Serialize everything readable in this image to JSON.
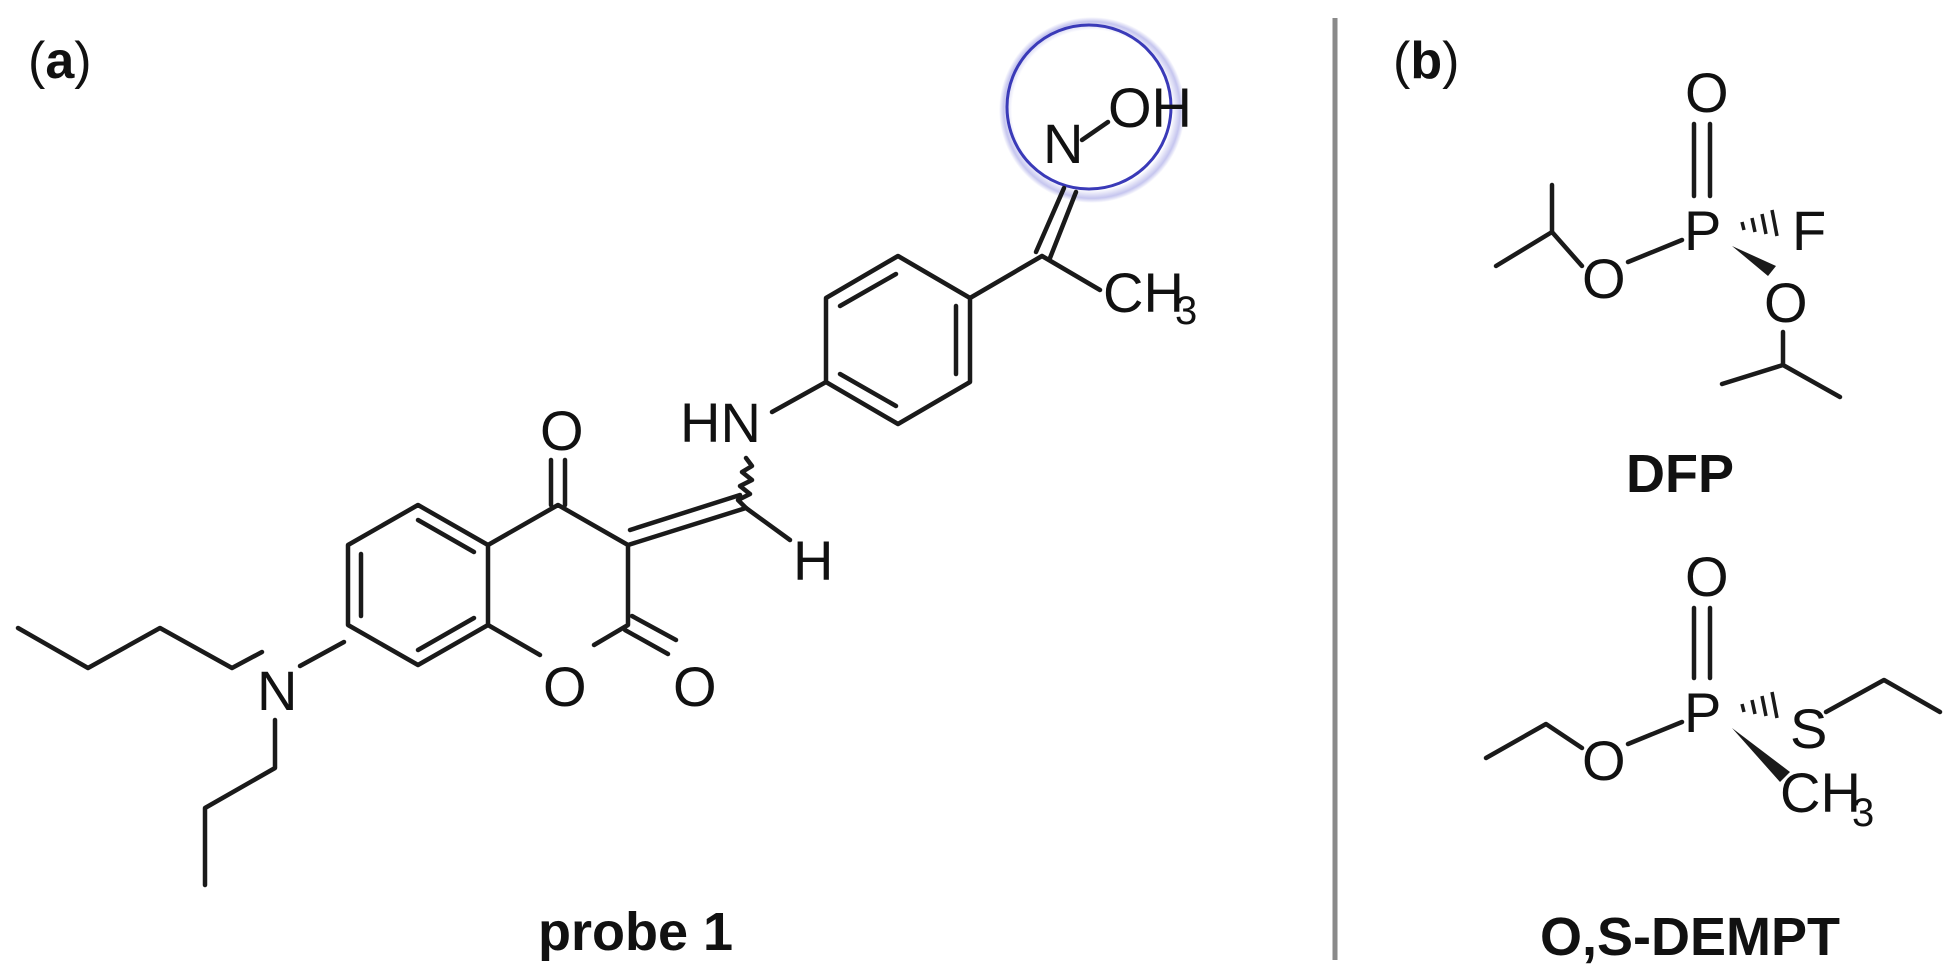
{
  "panel_a": {
    "label_open": "(",
    "label_letter": "a",
    "label_close": ")",
    "caption": "probe 1",
    "atoms": {
      "hydroxyl": "OH",
      "oxime_n": "N",
      "methyl_c": "CH",
      "methyl_sub": "3",
      "amine": "HN",
      "ketone_o": "O",
      "vinyl_h": "H",
      "ring_o": "O",
      "lactone_o": "O",
      "dialkyl_n": "N"
    },
    "highlight_color": "#3a3ab8"
  },
  "panel_b": {
    "label_open": "(",
    "label_letter": "b",
    "label_close": ")",
    "dfp": {
      "caption": "DFP",
      "atoms": {
        "p": "P",
        "f": "F",
        "o_top": "O",
        "o_left": "O",
        "o_right": "O"
      }
    },
    "dempt": {
      "caption": "O,S-DEMPT",
      "atoms": {
        "p": "P",
        "s": "S",
        "o_top": "O",
        "o_left": "O",
        "methyl_c": "CH",
        "methyl_sub": "3"
      }
    }
  },
  "divider_color": "#8a8a8a"
}
